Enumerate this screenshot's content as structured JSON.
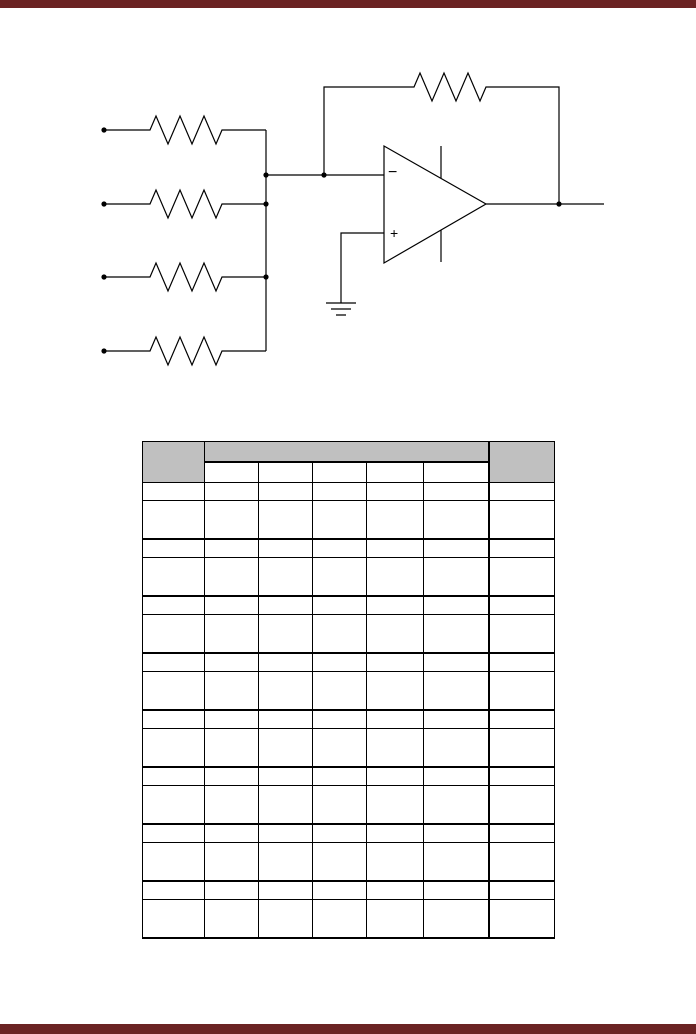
{
  "colors": {
    "frame_bar": "#6b2323",
    "line": "#000000",
    "header_fill": "#c0c0c0"
  },
  "circuit": {
    "components": [
      "resistor",
      "resistor",
      "resistor",
      "resistor",
      "feedback-resistor",
      "op-amp",
      "ground"
    ],
    "opamp_inverting_symbol": "−",
    "opamp_noninverting_symbol": "+"
  },
  "table": {
    "column_count": 7,
    "inner_column_count": 5,
    "row_pattern": [
      "short",
      "tall",
      "short",
      "tall",
      "short",
      "tall",
      "short",
      "tall",
      "short",
      "tall",
      "short",
      "tall",
      "short",
      "tall",
      "short",
      "tall"
    ]
  }
}
